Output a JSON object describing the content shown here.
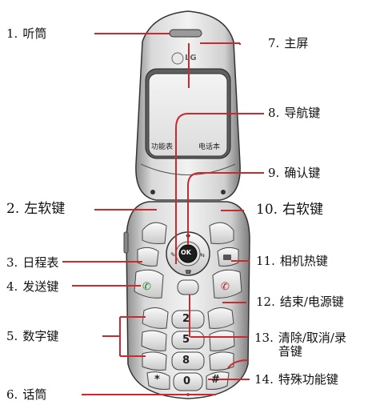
{
  "brand": "LG",
  "screen": {
    "left_soft": "功能表",
    "right_soft": "电话本"
  },
  "keys": {
    "ok": "OK",
    "k2": "2",
    "k5": "5",
    "k8": "8",
    "k0": "0",
    "star": "*",
    "hash": "#"
  },
  "labels": {
    "l1": {
      "num": "1.",
      "text": "听筒"
    },
    "l2": {
      "num": "2.",
      "text": "左软键"
    },
    "l3": {
      "num": "3.",
      "text": "日程表"
    },
    "l4": {
      "num": "4.",
      "text": "发送键"
    },
    "l5": {
      "num": "5.",
      "text": "数字键"
    },
    "l6": {
      "num": "6.",
      "text": "话筒"
    },
    "l7": {
      "num": "7.",
      "text": "主屏"
    },
    "l8": {
      "num": "8.",
      "text": "导航键"
    },
    "l9": {
      "num": "9.",
      "text": "确认键"
    },
    "l10": {
      "num": "10.",
      "text": "右软键"
    },
    "l11": {
      "num": "11.",
      "text": "相机热键"
    },
    "l12": {
      "num": "12.",
      "text": "结束/电源键"
    },
    "l13": {
      "num": "13.",
      "text": "清除/取消/录音键"
    },
    "l14": {
      "num": "14.",
      "text": "特殊功能键"
    }
  }
}
